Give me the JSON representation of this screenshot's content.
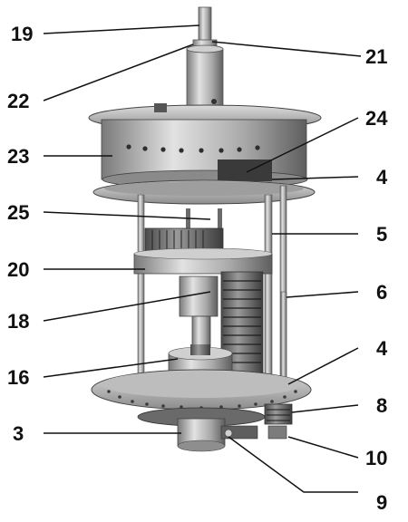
{
  "labels": {
    "l19": "19",
    "l21": "21",
    "l22": "22",
    "l24": "24",
    "l23": "23",
    "l4a": "4",
    "l25": "25",
    "l5": "5",
    "l20": "20",
    "l6": "6",
    "l18": "18",
    "l4b": "4",
    "l16": "16",
    "l8": "8",
    "l3": "3",
    "l10": "10",
    "l9": "9"
  },
  "colors": {
    "metal_light": "#d2d2d2",
    "metal_mid": "#a9a9a9",
    "metal_dark": "#6e6e6e",
    "shadow": "#3a3a3a",
    "leader": "#111111"
  }
}
